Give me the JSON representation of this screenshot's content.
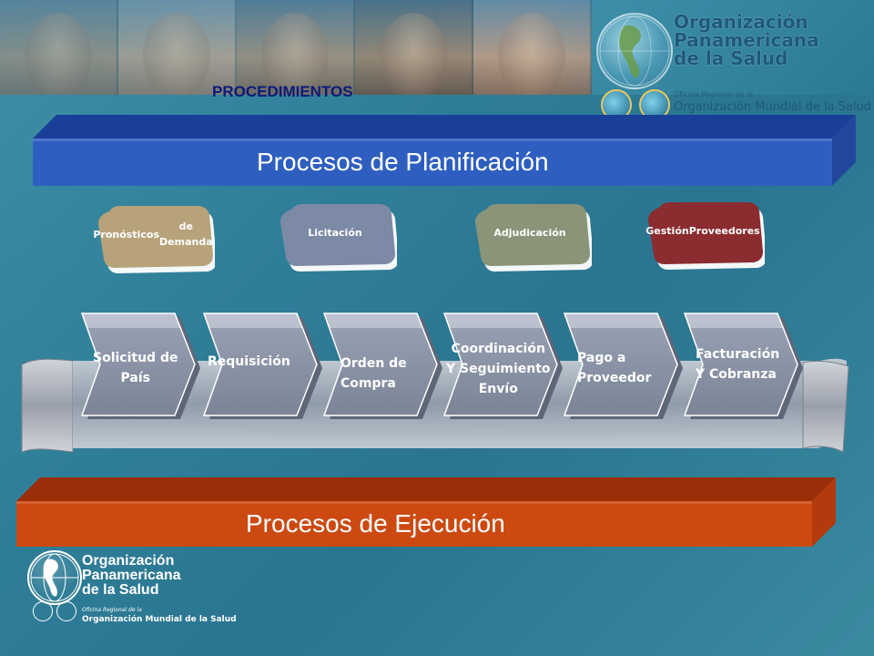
{
  "header": {
    "org_name_lines": [
      "Organización",
      "Panamericana",
      "de la Salud"
    ],
    "org_sub_small": "Oficina Regional de la",
    "org_sub": "Organización Mundial de la Salud"
  },
  "procedures_title": "PROCEDIMIENTOS",
  "planning": {
    "title": "Procesos de Planificación",
    "stages": [
      {
        "lines": [
          "Pronósticos",
          "de Demanda"
        ],
        "color": "#b7a27a"
      },
      {
        "lines": [
          "Licitación"
        ],
        "color": "#7c8aa6"
      },
      {
        "lines": [
          "Adjudicación"
        ],
        "color": "#8a9478"
      },
      {
        "lines": [
          "Gestión",
          "Proveedores"
        ],
        "color": "#8a2c30"
      }
    ]
  },
  "execution": {
    "title": "Procesos de Ejecución",
    "steps": [
      {
        "lines": [
          "Solicitud de",
          "País"
        ]
      },
      {
        "lines": [
          "Requisición"
        ]
      },
      {
        "lines": [
          "Orden de",
          "Compra"
        ]
      },
      {
        "lines": [
          "Coordinación",
          "Y Seguimiento",
          "Envío"
        ]
      },
      {
        "lines": [
          "Pago a",
          "Proveedor"
        ]
      },
      {
        "lines": [
          "Facturación",
          "Y Cobranza"
        ]
      }
    ]
  },
  "footer_logo": {
    "name_lines": [
      "Organización",
      "Panamericana",
      "de la Salud"
    ],
    "sub_small": "Oficina Regional de la",
    "sub": "Organización Mundial de la Salud"
  },
  "colors": {
    "planning_bar": "#2e5fc0",
    "execution_bar": "#cc4a12",
    "procedures_title": "#0a1a7a",
    "chevron": "#8a93a6"
  }
}
